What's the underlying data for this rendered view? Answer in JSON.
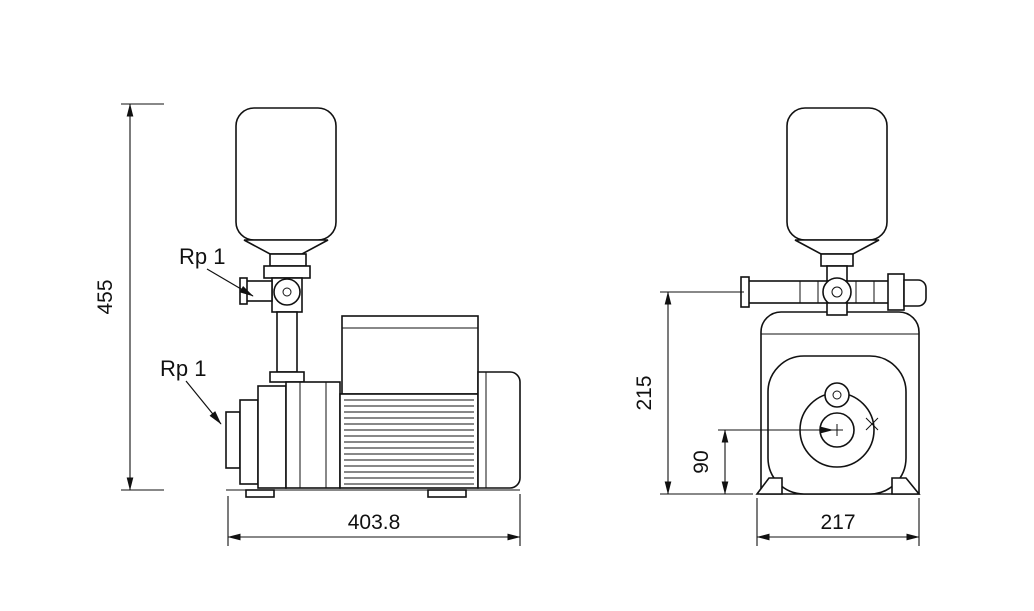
{
  "drawing": {
    "side_view": {
      "overall_height_mm": "455",
      "overall_length_mm": "403.8",
      "discharge_port_label": "Rp 1",
      "suction_port_label": "Rp 1"
    },
    "front_view": {
      "pipe_height_mm": "215",
      "port_center_height_mm": "90",
      "overall_width_mm": "217"
    }
  }
}
